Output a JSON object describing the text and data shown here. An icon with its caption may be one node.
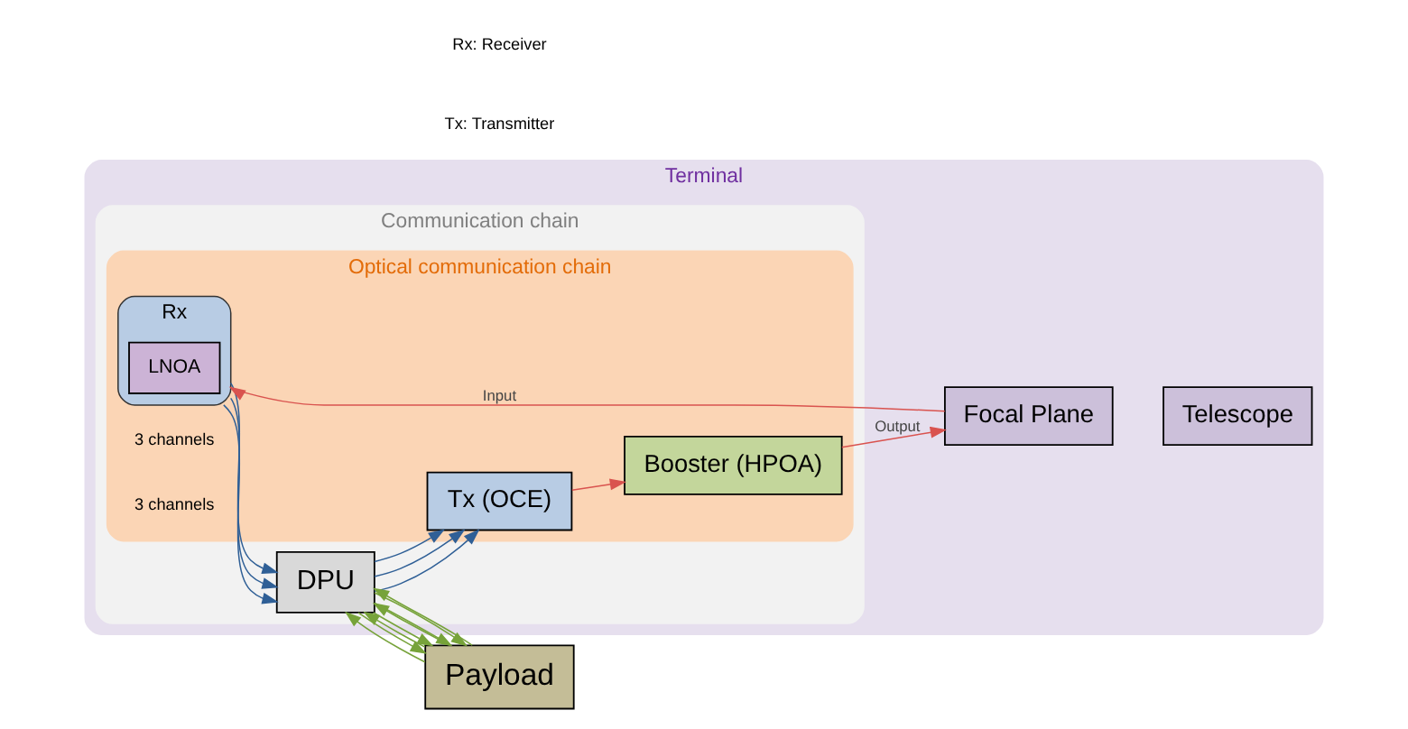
{
  "diagram": {
    "nodes": [
      {
        "text": [
          "Terminal"
        ]
      },
      {
        "text": [
          "Communication chain"
        ],
        "in": 0
      },
      {
        "text": [
          "Optical communication chain"
        ],
        "in": 1
      },
      {
        "text": [
          "Payload"
        ]
      },
      {
        "text": [
          "DPU"
        ],
        "in": 1
      },
      {
        "text": [
          "Rx"
        ],
        "in": 2
      },
      {
        "text": [
          "LNOA"
        ],
        "in": 5
      },
      {
        "text": [
          "Tx (OCE)"
        ],
        "in": 2
      },
      {
        "text": [
          "Booster (HPOA)"
        ],
        "in": 2
      },
      {
        "text": [
          "Focal Plane"
        ],
        "in": 0
      },
      {
        "text": [
          "Telescope"
        ],
        "in": 0
      }
    ],
    "edges": [
      {
        "from": 4,
        "to": 3,
        "arrow": "to",
        "color": "#77a33a"
      },
      {
        "from": 4,
        "to": 3,
        "arrow": "to",
        "color": "#77a33a"
      },
      {
        "from": 4,
        "to": 3,
        "arrow": "to",
        "color": "#77a33a"
      },
      {
        "from": 4,
        "to": 3,
        "arrow": "to",
        "color": "#77a33a"
      },
      {
        "from": 3,
        "to": 4,
        "arrow": "to",
        "color": "#77a33a"
      },
      {
        "from": 3,
        "to": 4,
        "arrow": "to",
        "color": "#77a33a"
      },
      {
        "from": 3,
        "to": 4,
        "arrow": "to",
        "color": "#77a33a"
      },
      {
        "from": 3,
        "to": 4,
        "arrow": "to",
        "color": "#77a33a"
      },
      {
        "from": 5,
        "to": 4,
        "arrow": "to",
        "color": "#2f5f96"
      },
      {
        "from": 5,
        "to": 4,
        "arrow": "to",
        "color": "#2f5f96"
      },
      {
        "from": 5,
        "to": 4,
        "arrow": "to",
        "color": "#2f5f96"
      },
      {
        "from": 4,
        "to": 7,
        "arrow": "to",
        "color": "#2f5f96"
      },
      {
        "from": 4,
        "to": 7,
        "arrow": "to",
        "color": "#2f5f96"
      },
      {
        "from": 4,
        "to": 7,
        "arrow": "to",
        "color": "#2f5f96"
      },
      {
        "from": 7,
        "to": 8,
        "arrow": "to",
        "color": "#d9534f"
      },
      {
        "from": 9,
        "to": 5,
        "arrow": "to",
        "label": "Input",
        "color": "#d9534f"
      },
      {
        "from": 8,
        "to": 9,
        "arrow": "to",
        "label": "Output",
        "color": "#d9534f"
      }
    ],
    "labels": [
      "3 channels",
      "3 channels",
      "Rx: Receiver",
      "Tx: Transmitter"
    ]
  }
}
